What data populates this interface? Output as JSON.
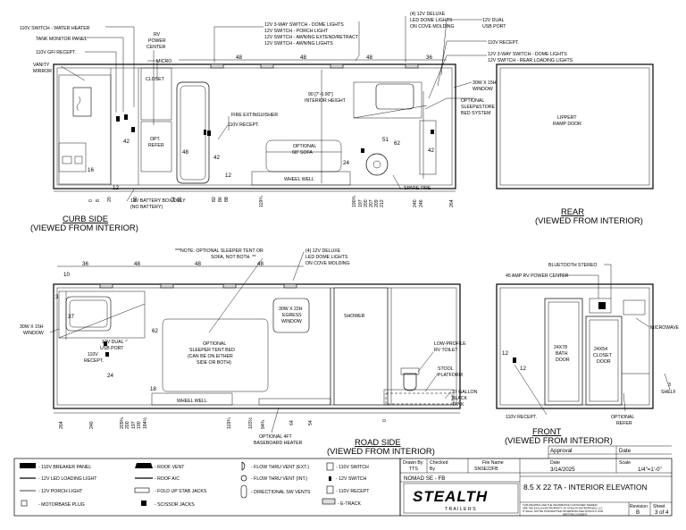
{
  "curb": {
    "labels": [
      {
        "id": "c1",
        "text": "110V SWITCH - WATER HEATER"
      },
      {
        "id": "c2",
        "text": "TANK MONITOR PANEL"
      },
      {
        "id": "c3",
        "text": "110V GFI RECEPT."
      },
      {
        "id": "c4",
        "text": "VANITY"
      },
      {
        "id": "c5",
        "text": "MIRROR"
      },
      {
        "id": "c6",
        "text": "RV"
      },
      {
        "id": "c7",
        "text": "POWER"
      },
      {
        "id": "c8",
        "text": "CENTER"
      },
      {
        "id": "c9",
        "text": "MICRO"
      },
      {
        "id": "c10",
        "text": "CLOSET"
      },
      {
        "id": "c11",
        "text": "12V 3-WAY SWITCH - DOME LIGHTS"
      },
      {
        "id": "c12",
        "text": "12V SWITCH - PORCH LIGHT"
      },
      {
        "id": "c13",
        "text": "12V SWITCH - AWNING EXTEND/RETRACT"
      },
      {
        "id": "c14",
        "text": "12V SWITCH - AWNING LIGHTS"
      },
      {
        "id": "c15",
        "text": "(4) 12V DELUXE"
      },
      {
        "id": "c16",
        "text": "LED DOME LIGHTS"
      },
      {
        "id": "c17",
        "text": "ON COVE MOLDING"
      },
      {
        "id": "c18",
        "text": "12V DUAL"
      },
      {
        "id": "c19",
        "text": "USB PORT"
      },
      {
        "id": "c20",
        "text": "110V RECEPT."
      },
      {
        "id": "c21",
        "text": "12V 3-WAY SWITCH - DOME LIGHTS"
      },
      {
        "id": "c22",
        "text": "12V SWITCH - REAR LOADING LIGHTS"
      },
      {
        "id": "c23",
        "text": "90 [7'-6.00\"]"
      },
      {
        "id": "c24",
        "text": "INTERIOR HEIGHT"
      },
      {
        "id": "c25",
        "text": "30W X 15H"
      },
      {
        "id": "c26",
        "text": "WINDOW"
      },
      {
        "id": "c27",
        "text": "OPTIONAL"
      },
      {
        "id": "c28",
        "text": "SLEEP&STORE"
      },
      {
        "id": "c29",
        "text": "BED SYSTEM"
      },
      {
        "id": "c30",
        "text": "FIRE EXTINGUISHER"
      },
      {
        "id": "c31",
        "text": "110V RECEPT."
      },
      {
        "id": "c32",
        "text": "OPTIONAL"
      },
      {
        "id": "c33",
        "text": "68\" SOFA"
      },
      {
        "id": "c34",
        "text": "WHEEL WELL"
      },
      {
        "id": "c35",
        "text": "OPT."
      },
      {
        "id": "c36",
        "text": "REFER"
      },
      {
        "id": "c37",
        "text": "SPARE TIRE"
      },
      {
        "id": "c38",
        "text": "12V BATTERY BOX ONLY"
      },
      {
        "id": "c39",
        "text": "(NO BATTERY)"
      }
    ],
    "dims": [
      {
        "id": "d1",
        "text": "48"
      },
      {
        "id": "d2",
        "text": "48"
      },
      {
        "id": "d3",
        "text": "48"
      },
      {
        "id": "d4",
        "text": "36"
      },
      {
        "id": "d5",
        "text": "42"
      },
      {
        "id": "d6",
        "text": "16"
      },
      {
        "id": "d7",
        "text": "12"
      },
      {
        "id": "d8",
        "text": "48"
      },
      {
        "id": "d9",
        "text": "42"
      },
      {
        "id": "d10",
        "text": "12"
      },
      {
        "id": "d11",
        "text": "24"
      },
      {
        "id": "d12",
        "text": "51"
      },
      {
        "id": "d13",
        "text": "62"
      },
      {
        "id": "d14",
        "text": "42"
      },
      {
        "id": "d15",
        "text": "0"
      },
      {
        "id": "d16",
        "text": "8"
      },
      {
        "id": "d17",
        "text": "20"
      },
      {
        "id": "d18",
        "text": "40"
      },
      {
        "id": "d19",
        "text": "54"
      },
      {
        "id": "d20",
        "text": "56"
      },
      {
        "id": "d21",
        "text": "82"
      },
      {
        "id": "d22",
        "text": "86"
      },
      {
        "id": "d23",
        "text": "88"
      },
      {
        "id": "d24",
        "text": "119¾"
      },
      {
        "id": "d25",
        "text": "190¾"
      },
      {
        "id": "d26",
        "text": "197"
      },
      {
        "id": "d27",
        "text": "200"
      },
      {
        "id": "d28",
        "text": "207"
      },
      {
        "id": "d29",
        "text": "209"
      },
      {
        "id": "d30",
        "text": "212"
      },
      {
        "id": "d31",
        "text": "240"
      },
      {
        "id": "d32",
        "text": "246"
      },
      {
        "id": "d33",
        "text": "264"
      }
    ],
    "caption1": "CURB SIDE",
    "caption2": "(VIEWED FROM INTERIOR)"
  },
  "rear": {
    "door1": "LIPPERT",
    "door2": "RAMP DOOR",
    "caption1": "REAR",
    "caption2": "(VIEWED FROM INTERIOR)"
  },
  "road": {
    "note1": "***NOTE: OPTIONAL SLEEPER TENT OR",
    "note2": "SOFA, NOT BOTH. **",
    "labels": [
      {
        "id": "r1",
        "text": "(4) 12V DELUXE"
      },
      {
        "id": "r2",
        "text": "LED DOME LIGHTS"
      },
      {
        "id": "r3",
        "text": "ON COVE MOLDING"
      },
      {
        "id": "r4",
        "text": "30W X 15H"
      },
      {
        "id": "r5",
        "text": "WINDOW"
      },
      {
        "id": "r6",
        "text": "12V DUAL"
      },
      {
        "id": "r7",
        "text": "USB PORT"
      },
      {
        "id": "r8",
        "text": "110V"
      },
      {
        "id": "r9",
        "text": "RECEPT."
      },
      {
        "id": "r10",
        "text": "OPTIONAL"
      },
      {
        "id": "r11",
        "text": "SLEEPER TENT BED"
      },
      {
        "id": "r12",
        "text": "(CAN BE ON EITHER"
      },
      {
        "id": "r13",
        "text": "SIDE OR BOTH)"
      },
      {
        "id": "r14",
        "text": "30W X 22H"
      },
      {
        "id": "r15",
        "text": "EGRESS"
      },
      {
        "id": "r16",
        "text": "WINDOW"
      },
      {
        "id": "r17",
        "text": "SHOWER"
      },
      {
        "id": "r18",
        "text": "LOW-PROFILE"
      },
      {
        "id": "r19",
        "text": "RV TOILET"
      },
      {
        "id": "r20",
        "text": "STOOL"
      },
      {
        "id": "r21",
        "text": "PLATFORM"
      },
      {
        "id": "r22",
        "text": "27 GALLON"
      },
      {
        "id": "r23",
        "text": "BLACK"
      },
      {
        "id": "r24",
        "text": "TANK"
      },
      {
        "id": "r25",
        "text": "WHEEL WELL"
      },
      {
        "id": "r26",
        "text": "OPTIONAL 4FT"
      },
      {
        "id": "r27",
        "text": "BASEBOARD HEATER"
      }
    ],
    "dims": [
      {
        "id": "e1",
        "text": "10"
      },
      {
        "id": "e2",
        "text": "36"
      },
      {
        "id": "e3",
        "text": "48"
      },
      {
        "id": "e4",
        "text": "48"
      },
      {
        "id": "e5",
        "text": "48"
      },
      {
        "id": "e6",
        "text": "3"
      },
      {
        "id": "e7",
        "text": "37"
      },
      {
        "id": "e8",
        "text": "62"
      },
      {
        "id": "e9",
        "text": "24"
      },
      {
        "id": "e10",
        "text": "18"
      },
      {
        "id": "e11",
        "text": "264"
      },
      {
        "id": "e12",
        "text": "240"
      },
      {
        "id": "e13",
        "text": "209¼"
      },
      {
        "id": "e14",
        "text": "200"
      },
      {
        "id": "e15",
        "text": "197"
      },
      {
        "id": "e16",
        "text": "190"
      },
      {
        "id": "e17",
        "text": "184½"
      },
      {
        "id": "e18",
        "text": "119¾"
      },
      {
        "id": "e19",
        "text": "103½"
      },
      {
        "id": "e20",
        "text": "94¾"
      },
      {
        "id": "e21",
        "text": "64"
      },
      {
        "id": "e22",
        "text": "54"
      },
      {
        "id": "e23",
        "text": "0"
      }
    ],
    "caption1": "ROAD SIDE",
    "caption2": "(VIEWED FROM INTERIOR)"
  },
  "front": {
    "labels": [
      {
        "id": "f1",
        "text": "BLUETOOTH STEREO"
      },
      {
        "id": "f2",
        "text": "45 AMP RV POWER CENTER"
      },
      {
        "id": "f3",
        "text": "MICROWAVE"
      },
      {
        "id": "f4",
        "text": "24X78"
      },
      {
        "id": "f5",
        "text": "BATH"
      },
      {
        "id": "f6",
        "text": "DOOR"
      },
      {
        "id": "f7",
        "text": "24X54"
      },
      {
        "id": "f8",
        "text": "CLOSET"
      },
      {
        "id": "f9",
        "text": "DOOR"
      },
      {
        "id": "f10",
        "text": "12"
      },
      {
        "id": "f11",
        "text": "12"
      },
      {
        "id": "f12",
        "text": "110V RECEPT."
      },
      {
        "id": "f13",
        "text": "OPTIONAL"
      },
      {
        "id": "f14",
        "text": "REFER"
      },
      {
        "id": "f15",
        "text": "3"
      },
      {
        "id": "f16",
        "text": "SHELF"
      }
    ],
    "caption1": "FRONT",
    "caption2": "(VIEWED FROM INTERIOR)"
  },
  "legend": [
    {
      "id": "l1",
      "text": "- 110V BREAKER PANEL"
    },
    {
      "id": "l2",
      "text": "- 12V LED LOADING LIGHT"
    },
    {
      "id": "l3",
      "text": "- 12V  PORCH LIGHT"
    },
    {
      "id": "l4",
      "text": "- MOTORBASE PLUG"
    },
    {
      "id": "l5",
      "text": "- ROOF VENT"
    },
    {
      "id": "l6",
      "text": "- ROOF A/C"
    },
    {
      "id": "l7",
      "text": "- FOLD UP STAB JACKS"
    },
    {
      "id": "l8",
      "text": "- SCISSOR JACKS"
    },
    {
      "id": "l9",
      "text": "- FLOW THRU VENT (EXT.)"
    },
    {
      "id": "l10",
      "text": "- FLOW THRU VENT (INT.)"
    },
    {
      "id": "l11",
      "text": "- DIRECTIONAL SW VENTS"
    },
    {
      "id": "l12",
      "text": "- 110V SWITCH"
    },
    {
      "id": "l13",
      "text": "- 12V SWITCH"
    },
    {
      "id": "l14",
      "text": "- 110V RECEPT"
    },
    {
      "id": "l15",
      "text": "- E-TRACK"
    }
  ],
  "titleblock": {
    "drawn_by_label": "Drawn By",
    "drawn_by": "TTS",
    "checked_label": "Checked",
    "checked_by": "By",
    "file_label": "File Name",
    "file_name": "SNSE22FB",
    "approval_label": "Approval",
    "date_label": "Date",
    "date_label2": "Date",
    "date": "3/14/2025",
    "scale_label": "Scale",
    "scale": "1/4\"=1'-0\"",
    "model": "NOMAD SE - FB",
    "logo": "STEALTH",
    "logo_sub": "T R A I L E R S",
    "title": "8.5 X 22 TA - INTERIOR ELEVATION",
    "disclaimer1": "THIS DRAWING AND THE INFORMATION CONTAINED THEREIN",
    "disclaimer2": "ARE THE EXCLUSIVE PROPERTY OF STEALTH ENTERPRISES, LLC.",
    "disclaimer3": "IT SHALL NOT BE TRANSMITTED OR REPRODUCED WITHOUT OUR",
    "disclaimer4": "WRITTEN CONSENT.",
    "revision_label": "Revision",
    "revision": "B",
    "sheet_label": "Sheet",
    "sheet": "3 of 4"
  }
}
